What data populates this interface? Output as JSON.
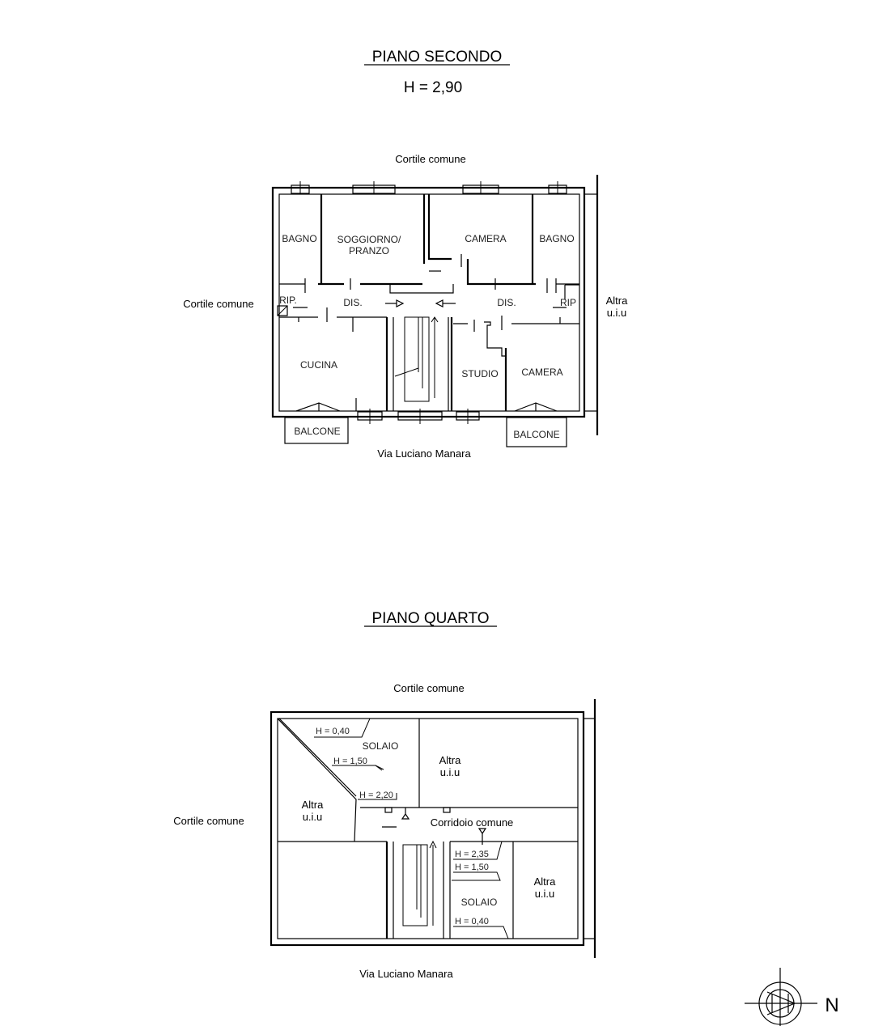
{
  "floor2": {
    "title": "PIANO SECONDO",
    "height": "H = 2,90",
    "surroundings": {
      "top": "Cortile comune",
      "left": "Cortile comune",
      "right": "Altra\nu.i.u",
      "bottom": "Via Luciano Manara"
    },
    "rooms": {
      "bagno_left": "BAGNO",
      "soggiorno": "SOGGIORNO/\nPRANZO",
      "camera_top": "CAMERA",
      "bagno_right": "BAGNO",
      "rip_left": "RIP.",
      "dis_left": "DIS.",
      "dis_right": "DIS.",
      "rip_right": "RIP",
      "cucina": "CUCINA",
      "studio": "STUDIO",
      "camera_bottom": "CAMERA",
      "balcone_left": "BALCONE",
      "balcone_right": "BALCONE"
    }
  },
  "floor4": {
    "title": "PIANO QUARTO",
    "surroundings": {
      "top": "Cortile comune",
      "left": "Cortile comune",
      "bottom": "Via Luciano Manara"
    },
    "rooms": {
      "solaio_top": "SOLAIO",
      "altra_top_right": "Altra\nu.i.u",
      "altra_left": "Altra\nu.i.u",
      "corridoio": "Corridoio comune",
      "altra_bottom_right": "Altra\nu.i.u",
      "solaio_bottom": "SOLAIO"
    },
    "heights": {
      "h040_top": "H = 0,40",
      "h150_top": "H = 1,50",
      "h220": "H = 2,20",
      "h235": "H = 2,35",
      "h150_bottom": "H = 1,50",
      "h040_bottom": "H = 0,40"
    }
  },
  "compass": {
    "label": "N"
  }
}
